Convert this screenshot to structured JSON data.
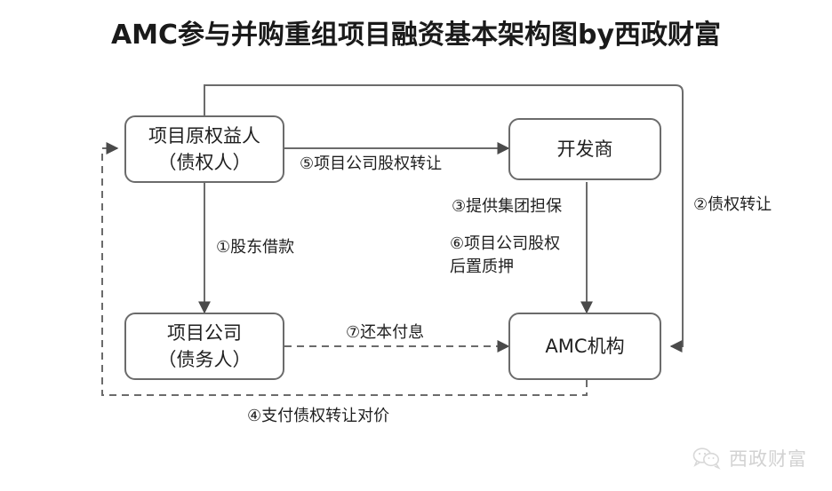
{
  "title": "AMC参与并购重组项目融资基本架构图by西政财富",
  "nodes": [
    {
      "id": "original-rights-holder",
      "line1": "项目原权益人",
      "line2": "（债权人）"
    },
    {
      "id": "developer",
      "line1": "开发商",
      "line2": ""
    },
    {
      "id": "project-company",
      "line1": "项目公司",
      "line2": "（债务人）"
    },
    {
      "id": "amc",
      "line1": "AMC机构",
      "line2": ""
    }
  ],
  "edges": [
    {
      "id": "shareholder-loan",
      "label": "①股东借款"
    },
    {
      "id": "creditor-rights-transfer",
      "label": "②债权转让"
    },
    {
      "id": "group-guarantee",
      "label": "③提供集团担保"
    },
    {
      "id": "pay-transfer-consideration",
      "label": "④支付债权转让对价"
    },
    {
      "id": "equity-transfer",
      "label": "⑤项目公司股权转让"
    },
    {
      "id": "equity-subordinate-pledge-line1",
      "label": "⑥项目公司股权"
    },
    {
      "id": "equity-subordinate-pledge-line2",
      "label": "后置质押"
    },
    {
      "id": "repay-principal-interest",
      "label": "⑦还本付息"
    }
  ],
  "watermark": {
    "brand": "西政财富",
    "icon": "wechat-icon"
  },
  "colors": {
    "stroke": "#6b6b6b",
    "text": "#1f1f1f",
    "title": "#1a1a1a",
    "watermark": "#d2d2d2",
    "background": "#ffffff"
  }
}
